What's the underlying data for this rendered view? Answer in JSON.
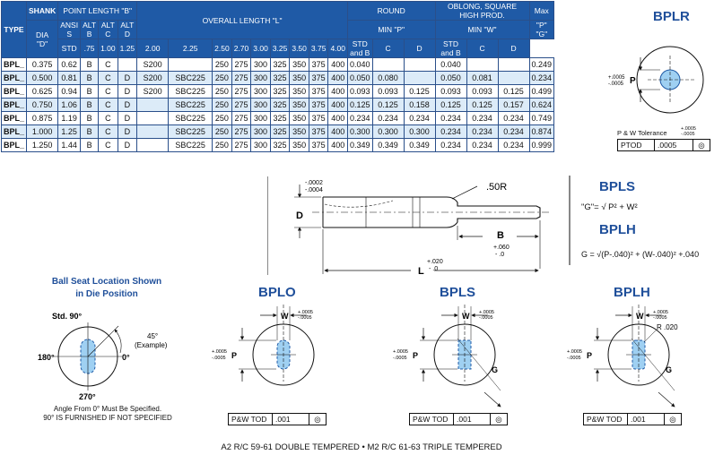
{
  "table": {
    "h_type": "TYPE",
    "h_shank": "SHANK",
    "h_dia": "DIA",
    "h_d": "\"D\"",
    "h_point_length": "POINT LENGTH \"B\"",
    "h_ansi": "ANSI",
    "h_s": "S",
    "h_std": "STD",
    "h_alt": "ALT",
    "h_b_letter": "B",
    "h_c_letter": "C",
    "h_d_letter": "D",
    "h_b_sub": ".75",
    "h_c_sub": "1.00",
    "h_d_sub": "1.25",
    "h_overall": "OVERALL LENGTH \"L\"",
    "len_cols": [
      "2.00",
      "2.25",
      "2.50",
      "2.70",
      "3.00",
      "3.25",
      "3.50",
      "3.75",
      "4.00"
    ],
    "h_round": "ROUND",
    "h_min_p": "MIN \"P\"",
    "h_oblong": "OBLONG, SQUARE HIGH PROD.",
    "h_min_w": "MIN \"W\"",
    "h_max": "Max",
    "h_max_p": "\"P\"",
    "h_max_g": "\"G\"",
    "h_std2": "STD",
    "h_andb": "and B",
    "h_col_c": "C",
    "h_col_d": "D",
    "rows": [
      {
        "type": "BPL_",
        "dia": "0.375",
        "ansi": "0.62",
        "b": "B",
        "c": "C",
        "d": "",
        "l200": "S200",
        "l225": "",
        "l250": "250",
        "l270": "275",
        "l300": "300",
        "l325": "325",
        "l350": "350",
        "l375": "375",
        "l400": "400",
        "p_std": "0.040",
        "p_c": "",
        "p_d": "",
        "w_std": "0.040",
        "w_c": "",
        "w_d": "",
        "g": "0.249"
      },
      {
        "type": "BPL_",
        "dia": "0.500",
        "ansi": "0.81",
        "b": "B",
        "c": "C",
        "d": "D",
        "l200": "S200",
        "l225": "SBC225",
        "l250": "250",
        "l270": "275",
        "l300": "300",
        "l325": "325",
        "l350": "350",
        "l375": "375",
        "l400": "400",
        "p_std": "0.050",
        "p_c": "0.080",
        "p_d": "",
        "w_std": "0.050",
        "w_c": "0.081",
        "w_d": "",
        "g": "0.234"
      },
      {
        "type": "BPL_",
        "dia": "0.625",
        "ansi": "0.94",
        "b": "B",
        "c": "C",
        "d": "D",
        "l200": "S200",
        "l225": "SBC225",
        "l250": "250",
        "l270": "275",
        "l300": "300",
        "l325": "325",
        "l350": "350",
        "l375": "375",
        "l400": "400",
        "p_std": "0.093",
        "p_c": "0.093",
        "p_d": "0.125",
        "w_std": "0.093",
        "w_c": "0.093",
        "w_d": "0.125",
        "g": "0.499"
      },
      {
        "type": "BPL_",
        "dia": "0.750",
        "ansi": "1.06",
        "b": "B",
        "c": "C",
        "d": "D",
        "l200": "",
        "l225": "SBC225",
        "l250": "250",
        "l270": "275",
        "l300": "300",
        "l325": "325",
        "l350": "350",
        "l375": "375",
        "l400": "400",
        "p_std": "0.125",
        "p_c": "0.125",
        "p_d": "0.158",
        "w_std": "0.125",
        "w_c": "0.125",
        "w_d": "0.157",
        "g": "0.624"
      },
      {
        "type": "BPL_",
        "dia": "0.875",
        "ansi": "1.19",
        "b": "B",
        "c": "C",
        "d": "D",
        "l200": "",
        "l225": "SBC225",
        "l250": "250",
        "l270": "275",
        "l300": "300",
        "l325": "325",
        "l350": "350",
        "l375": "375",
        "l400": "400",
        "p_std": "0.234",
        "p_c": "0.234",
        "p_d": "0.234",
        "w_std": "0.234",
        "w_c": "0.234",
        "w_d": "0.234",
        "g": "0.749"
      },
      {
        "type": "BPL_",
        "dia": "1.000",
        "ansi": "1.25",
        "b": "B",
        "c": "C",
        "d": "D",
        "l200": "",
        "l225": "SBC225",
        "l250": "250",
        "l270": "275",
        "l300": "300",
        "l325": "325",
        "l350": "350",
        "l375": "375",
        "l400": "400",
        "p_std": "0.300",
        "p_c": "0.300",
        "p_d": "0.300",
        "w_std": "0.234",
        "w_c": "0.234",
        "w_d": "0.234",
        "g": "0.874"
      },
      {
        "type": "BPL_",
        "dia": "1.250",
        "ansi": "1.44",
        "b": "B",
        "c": "C",
        "d": "D",
        "l200": "",
        "l225": "SBC225",
        "l250": "250",
        "l270": "275",
        "l300": "300",
        "l325": "325",
        "l350": "350",
        "l375": "375",
        "l400": "400",
        "p_std": "0.349",
        "p_c": "0.349",
        "p_d": "0.349",
        "w_std": "0.234",
        "w_c": "0.234",
        "w_d": "0.234",
        "g": "0.999"
      }
    ]
  },
  "bplr": {
    "title": "BPLR",
    "p_label": "P",
    "tol": "+.0005\n-.0005",
    "tol_caption": "P & W Tolerance",
    "box1": "PTOD",
    "box2": ".0005"
  },
  "side": {
    "tol_top": "-.0002",
    "tol_top2": "-.0004",
    "r_label": ".50R",
    "d_label": "D",
    "b_label": "B",
    "b_tol1": "+.060",
    "b_tol2": "- .0",
    "l_label": "L",
    "l_tol1": "+.020",
    "l_tol2": "- .0"
  },
  "formulas": {
    "bpls_title": "BPLS",
    "bpls_formula": "\"G\"= √ P² + W²",
    "bplh_title": "BPLH",
    "bplh_formula": "G = √(P-.040)² + (W-.040)² +.040"
  },
  "ballseat": {
    "title1": "Ball Seat Location Shown",
    "title2": "in Die Position",
    "std90": "Std. 90°",
    "a180": "180°",
    "a0": "0°",
    "a270": "270°",
    "a45": "45°",
    "example": "(Example)",
    "note1": "Angle From 0° Must Be Specified.",
    "note2": "90° IS FURNISHED IF NOT SPECIFIED"
  },
  "views": [
    {
      "title": "BPLO",
      "w": "W",
      "p": "P",
      "tol": "+.0005",
      "tol2": "-.0005",
      "box1": "P&W TOD",
      "box2": ".001",
      "g": "",
      "r": ""
    },
    {
      "title": "BPLS",
      "w": "W",
      "p": "P",
      "tol": "+.0005",
      "tol2": "-.0005",
      "box1": "P&W TOD",
      "box2": ".001",
      "g": "G",
      "r": ""
    },
    {
      "title": "BPLH",
      "w": "W",
      "p": "P",
      "tol": "+.0005",
      "tol2": "-.0005",
      "box1": "P&W TOD",
      "box2": ".001",
      "g": "G",
      "r": "R .020"
    }
  ],
  "footer": "A2 R/C 59-61 DOUBLE TEMPERED • M2 R/C 61-63 TRIPLE TEMPERED"
}
